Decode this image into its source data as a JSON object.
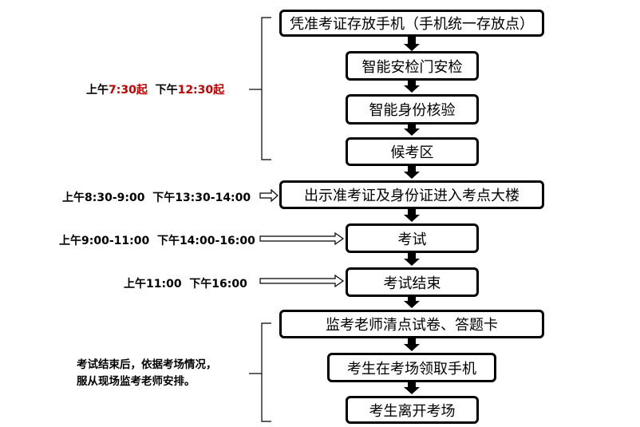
{
  "steps": [
    "凭准考证存放手机（手机统一存放点）",
    "智能安检门安检",
    "智能身份核验",
    "候考区",
    "出示准考证及身份证进入考点大楼",
    "考试",
    "考试结束",
    "监考老师清点试卷、答题卡",
    "考生在考场领取手机",
    "考生离开考场"
  ],
  "labels": {
    "am_prefix": "上午",
    "am_time": "7:30起",
    "pm_prefix": "下午",
    "pm_time": "12:30起",
    "entry_time": "上午8:30-9:00  下午13:30-14:00",
    "exam_time": "上午9:00-11:00  下午14:00-16:00",
    "end_time": "上午11:00  下午16:00",
    "after_line1": "考试结束后，依据考场情况，",
    "after_line2": "服从现场监考老师安排。"
  },
  "colors": {
    "highlight": "#c00000",
    "line": "#000000"
  }
}
